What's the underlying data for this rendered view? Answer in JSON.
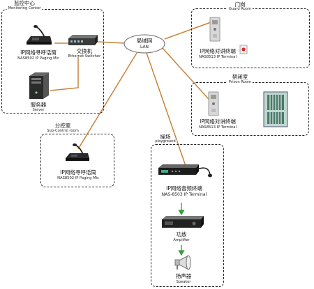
{
  "monitoring": {
    "zh": "监控中心",
    "en": "Monitoring Center"
  },
  "guard": {
    "zh": "门岗",
    "en": "Guard Room"
  },
  "prison": {
    "zh": "禁闭室",
    "en": "Prison Room"
  },
  "subcontrol": {
    "zh": "分控室",
    "en": "Sub-Control room"
  },
  "playground": {
    "zh": "操场",
    "en": "playground"
  },
  "lan": {
    "zh": "局域网",
    "en": "LAN"
  },
  "switcher": {
    "zh": "交换机",
    "en": "Ethernet Switcher"
  },
  "paging_mic": {
    "zh": "IP网络寻呼话筒",
    "en": "NAS8502 IP Paging Mic"
  },
  "server": {
    "zh": "服务器",
    "en": "Server"
  },
  "guard_terminal": {
    "zh": "IP网络对讲终端",
    "en": "NAS8513 IP Terminal"
  },
  "prison_terminal": {
    "zh": "IP网络对讲终端",
    "en": "NAS8513 IP Terminal"
  },
  "sub_mic": {
    "zh": "IP网络寻呼话筒",
    "en": "NAS8502 IP Paging Mic"
  },
  "audio_terminal": {
    "zh": "IP网络音频终端",
    "en": "NAS-8503 IP Terminal"
  },
  "amplifier": {
    "zh": "功放",
    "en": "Amplifier"
  },
  "speaker": {
    "zh": "扬声器",
    "en": "Speaker"
  },
  "colors": {
    "line": "#c8823a",
    "arrow": "#3a9a3a",
    "border": "#222222"
  }
}
